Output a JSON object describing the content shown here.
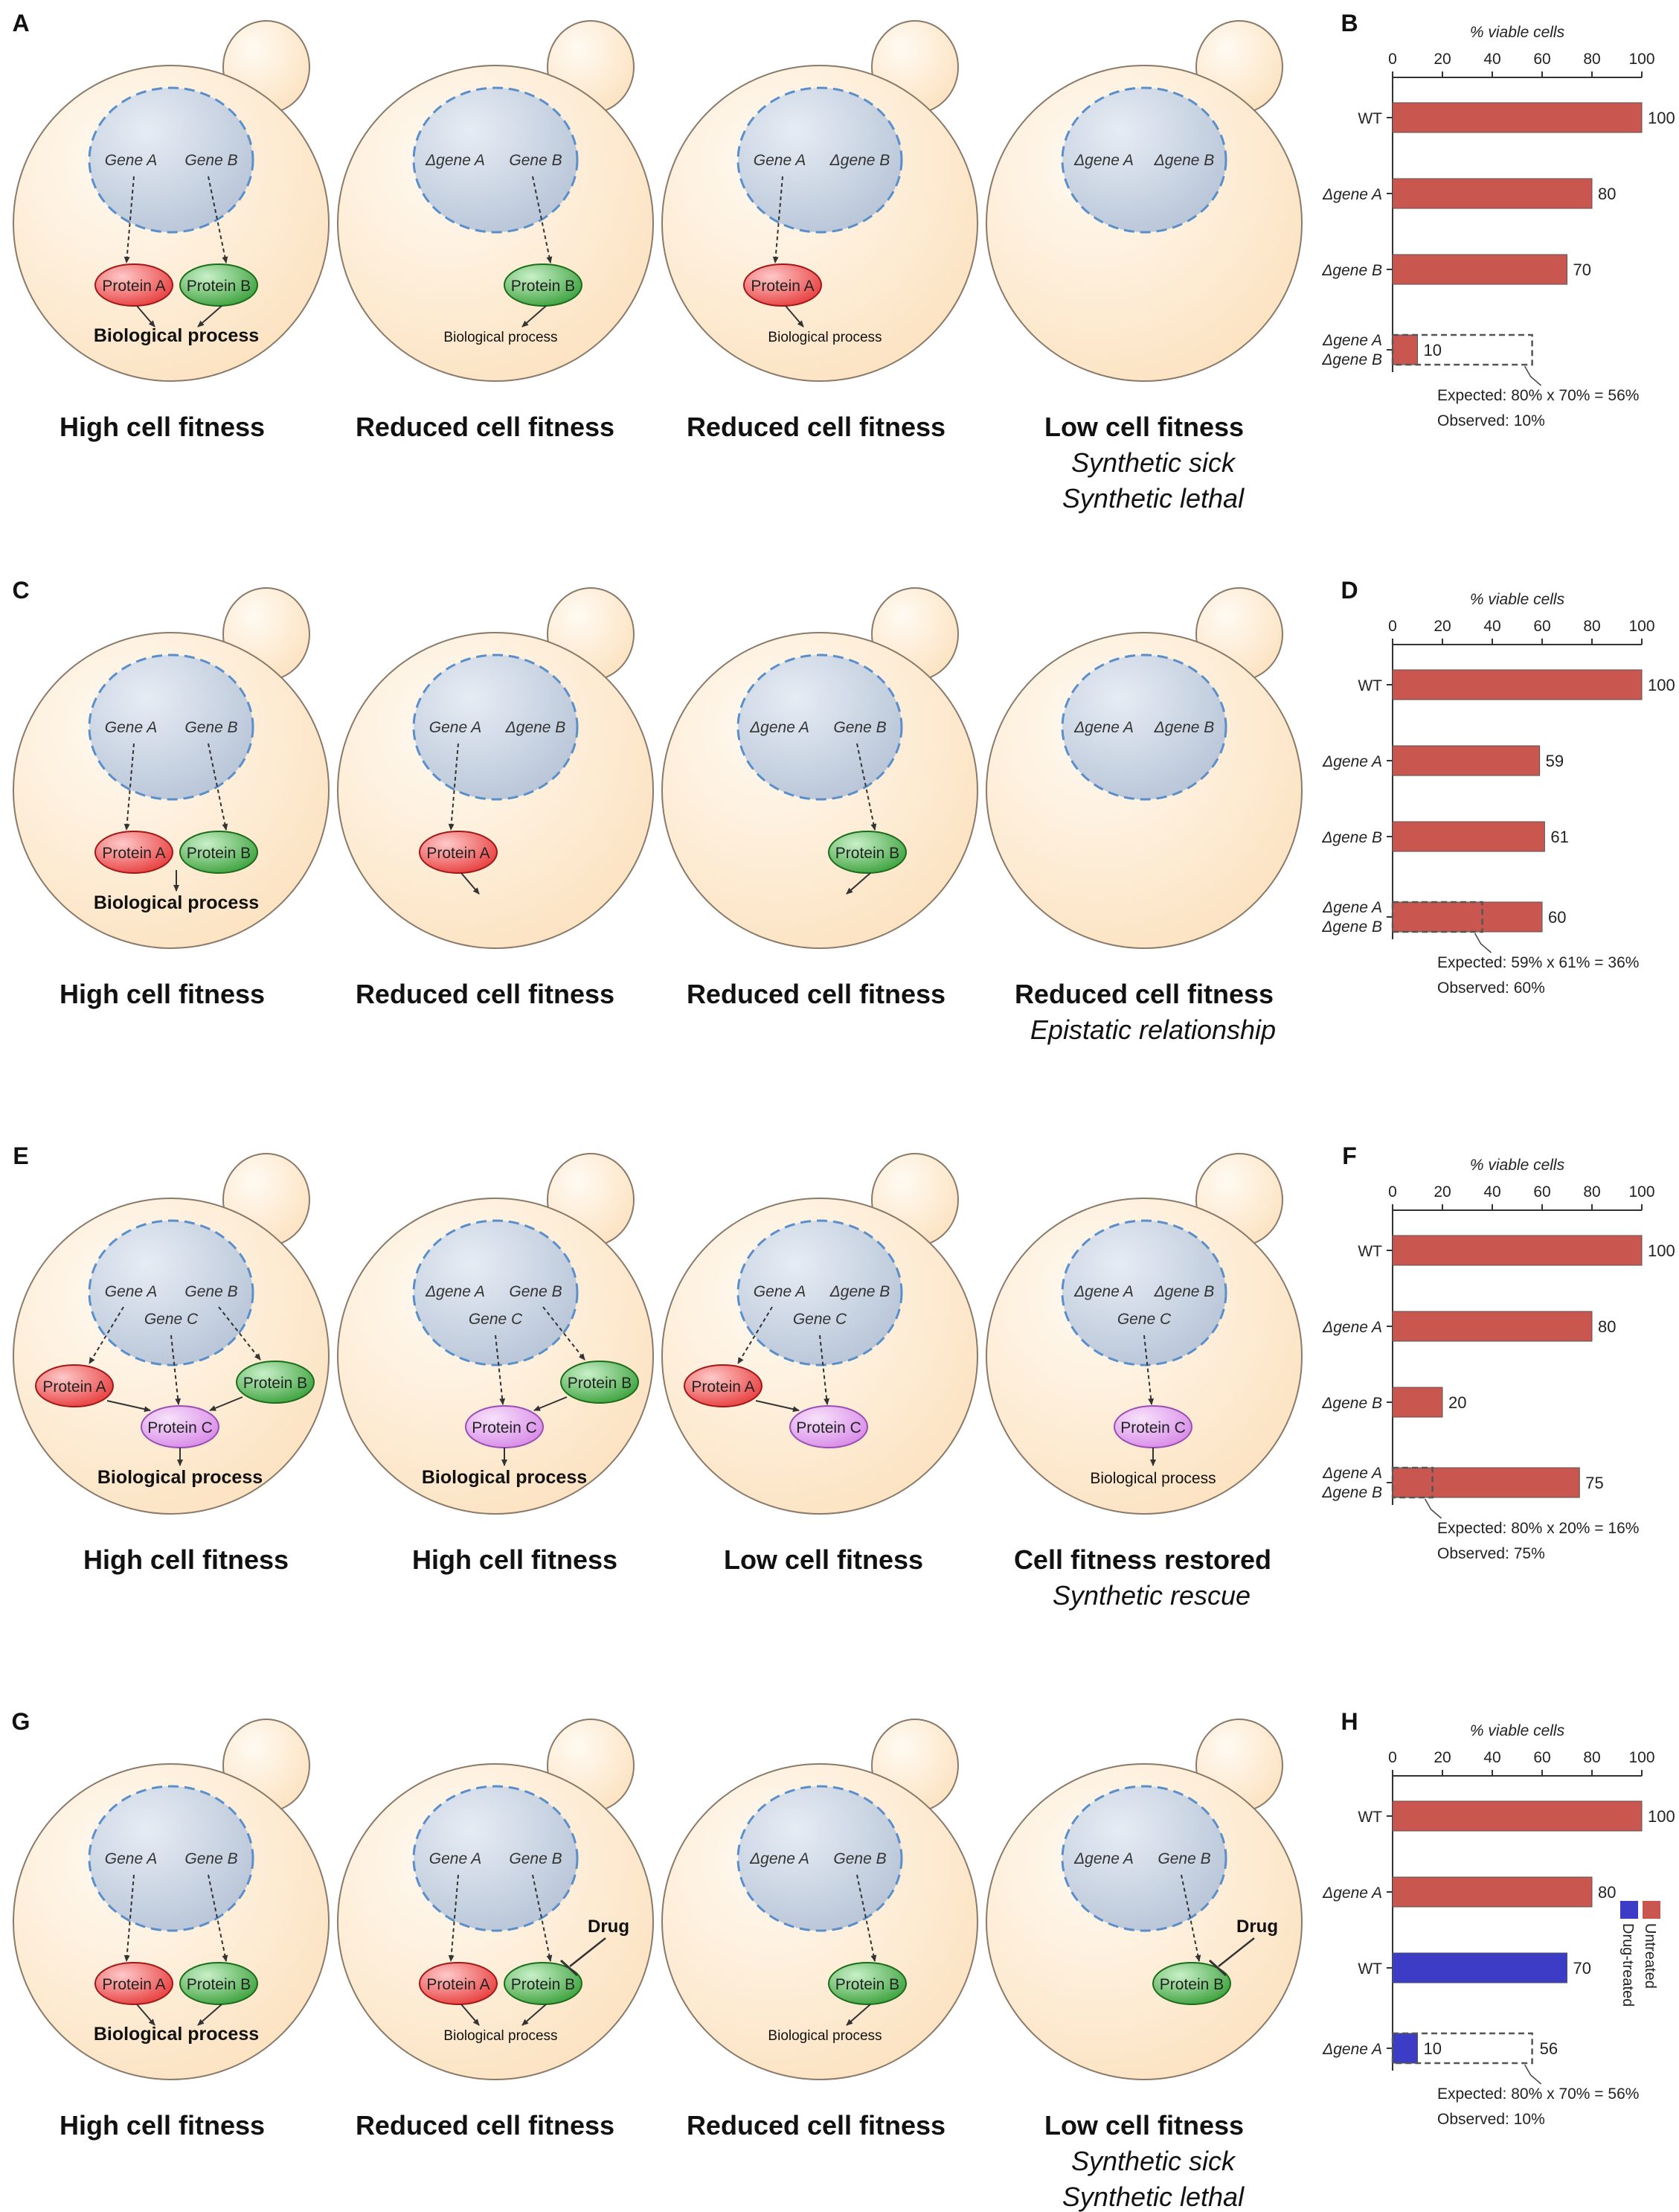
{
  "colors": {
    "cell_fill": "#fce3c2",
    "cell_stroke": "#8a7a6a",
    "nucleus_fill": "#b9c6d8",
    "nucleus_stroke": "#5b8fc9",
    "protein_a": "#e84040",
    "protein_b": "#3fa33f",
    "protein_c": "#d98be8",
    "bar_untreated": "#c9574f",
    "bar_drug": "#3c3cc6"
  },
  "panels": [
    {
      "letter": "A",
      "chart_letter": "B",
      "cells": [
        {
          "genes": [
            "Gene A",
            "Gene B"
          ],
          "proteins": [
            "Protein A",
            "Protein B"
          ],
          "process": "Biological process",
          "proc_size": "big",
          "fitness": "High cell fitness",
          "sub": []
        },
        {
          "genes": [
            "Δgene A",
            "Gene B"
          ],
          "proteins": [
            "Protein B"
          ],
          "process": "Biological process",
          "proc_size": "small",
          "fitness": "Reduced cell fitness",
          "sub": []
        },
        {
          "genes": [
            "Gene A",
            "Δgene B"
          ],
          "proteins": [
            "Protein A"
          ],
          "process": "Biological process",
          "proc_size": "small",
          "fitness": "Reduced cell fitness",
          "sub": []
        },
        {
          "genes": [
            "Δgene A",
            "Δgene B"
          ],
          "proteins": [],
          "process": "",
          "proc_size": "small",
          "fitness": "Low cell fitness",
          "sub": [
            "Synthetic sick",
            "Synthetic lethal"
          ]
        }
      ]
    },
    {
      "letter": "C",
      "chart_letter": "D",
      "cells": [
        {
          "genes": [
            "Gene A",
            "Gene B"
          ],
          "proteins": [
            "Protein A",
            "Protein B"
          ],
          "process": "Biological process",
          "proc_size": "big",
          "fitness": "High cell fitness",
          "sub": []
        },
        {
          "genes": [
            "Gene A",
            "Δgene B"
          ],
          "proteins": [
            "Protein A"
          ],
          "process": "",
          "proc_size": "small",
          "fitness": "Reduced cell fitness",
          "sub": []
        },
        {
          "genes": [
            "Δgene A",
            "Gene B"
          ],
          "proteins": [
            "Protein B"
          ],
          "process": "",
          "proc_size": "small",
          "fitness": "Reduced cell fitness",
          "sub": []
        },
        {
          "genes": [
            "Δgene A",
            "Δgene B"
          ],
          "proteins": [],
          "process": "",
          "proc_size": "small",
          "fitness": "Reduced cell fitness",
          "sub": [
            "Epistatic relationship"
          ]
        }
      ]
    },
    {
      "letter": "E",
      "chart_letter": "F",
      "cells": [
        {
          "genes": [
            "Gene A",
            "Gene B"
          ],
          "gene_c": "Gene C",
          "proteins": [
            "Protein A",
            "Protein B"
          ],
          "protein_c": "Protein C",
          "process": "Biological process",
          "proc_size": "big",
          "fitness": "High cell fitness",
          "sub": []
        },
        {
          "genes": [
            "Δgene A",
            "Gene B"
          ],
          "gene_c": "Gene C",
          "proteins": [
            "Protein B"
          ],
          "protein_c": "Protein C",
          "process": "Biological process",
          "proc_size": "big",
          "fitness": "High cell fitness",
          "sub": []
        },
        {
          "genes": [
            "Gene A",
            "Δgene B"
          ],
          "gene_c": "Gene C",
          "proteins": [
            "Protein A"
          ],
          "protein_c": "Protein C",
          "process": "",
          "proc_size": "small",
          "fitness": "Low cell fitness",
          "sub": []
        },
        {
          "genes": [
            "Δgene A",
            "Δgene B"
          ],
          "gene_c": "Gene C",
          "proteins": [],
          "protein_c": "Protein C",
          "process": "Biological process",
          "proc_size": "small",
          "fitness": "Cell fitness restored",
          "sub": [
            "Synthetic rescue"
          ]
        }
      ]
    },
    {
      "letter": "G",
      "chart_letter": "H",
      "cells": [
        {
          "genes": [
            "Gene A",
            "Gene B"
          ],
          "proteins": [
            "Protein A",
            "Protein B"
          ],
          "process": "Biological process",
          "proc_size": "big",
          "fitness": "High cell fitness",
          "sub": []
        },
        {
          "genes": [
            "Gene A",
            "Gene B"
          ],
          "proteins": [
            "Protein A",
            "Protein B"
          ],
          "drug": "Drug",
          "process": "Biological process",
          "proc_size": "small",
          "fitness": "Reduced cell fitness",
          "sub": []
        },
        {
          "genes": [
            "Δgene A",
            "Gene B"
          ],
          "proteins": [
            "Protein B"
          ],
          "process": "Biological process",
          "proc_size": "small",
          "fitness": "Reduced cell fitness",
          "sub": []
        },
        {
          "genes": [
            "Δgene A",
            "Gene B"
          ],
          "proteins": [
            "Protein B"
          ],
          "drug": "Drug",
          "process": "",
          "proc_size": "small",
          "fitness": "Low cell fitness",
          "sub": [
            "Synthetic sick",
            "Synthetic lethal"
          ]
        }
      ]
    }
  ],
  "chart_data": [
    {
      "type": "bar",
      "orientation": "horizontal",
      "title": "% viable cells",
      "xlim": [
        0,
        100
      ],
      "ticks": [
        0,
        20,
        40,
        60,
        80,
        100
      ],
      "categories": [
        [
          "WT"
        ],
        [
          "Δgene A"
        ],
        [
          "Δgene B"
        ],
        [
          "Δgene A",
          "Δgene B"
        ]
      ],
      "values": [
        100,
        80,
        70,
        10
      ],
      "series_of_bar": [
        0,
        0,
        0,
        0
      ],
      "expected": {
        "bar": 3,
        "value": 56,
        "show_label": false
      },
      "annotation": [
        "Expected: 80% x 70% = 56%",
        "Observed: 10%"
      ]
    },
    {
      "type": "bar",
      "orientation": "horizontal",
      "title": "% viable cells",
      "xlim": [
        0,
        100
      ],
      "ticks": [
        0,
        20,
        40,
        60,
        80,
        100
      ],
      "categories": [
        [
          "WT"
        ],
        [
          "Δgene A"
        ],
        [
          "Δgene B"
        ],
        [
          "Δgene A",
          "Δgene B"
        ]
      ],
      "values": [
        100,
        59,
        61,
        60
      ],
      "series_of_bar": [
        0,
        0,
        0,
        0
      ],
      "expected": {
        "bar": 3,
        "value": 36,
        "show_label": false
      },
      "annotation": [
        "Expected: 59% x 61% = 36%",
        "Observed: 60%"
      ]
    },
    {
      "type": "bar",
      "orientation": "horizontal",
      "title": "% viable cells",
      "xlim": [
        0,
        100
      ],
      "ticks": [
        0,
        20,
        40,
        60,
        80,
        100
      ],
      "categories": [
        [
          "WT"
        ],
        [
          "Δgene A"
        ],
        [
          "Δgene B"
        ],
        [
          "Δgene A",
          "Δgene B"
        ]
      ],
      "values": [
        100,
        80,
        20,
        75
      ],
      "series_of_bar": [
        0,
        0,
        0,
        0
      ],
      "expected": {
        "bar": 3,
        "value": 16,
        "show_label": false
      },
      "annotation": [
        "Expected: 80% x 20% = 16%",
        "Observed: 75%"
      ]
    },
    {
      "type": "bar",
      "orientation": "horizontal",
      "title": "% viable cells",
      "xlim": [
        0,
        100
      ],
      "ticks": [
        0,
        20,
        40,
        60,
        80,
        100
      ],
      "categories": [
        [
          "WT"
        ],
        [
          "Δgene A"
        ],
        [
          "WT"
        ],
        [
          "Δgene A"
        ]
      ],
      "values": [
        100,
        80,
        70,
        10
      ],
      "series_of_bar": [
        0,
        0,
        1,
        1
      ],
      "series": [
        {
          "name": "Untreated"
        },
        {
          "name": "Drug-treated"
        }
      ],
      "expected": {
        "bar": 3,
        "value": 56,
        "show_label": true
      },
      "annotation": [
        "Expected: 80% x 70% = 56%",
        "Observed: 10%"
      ]
    }
  ]
}
